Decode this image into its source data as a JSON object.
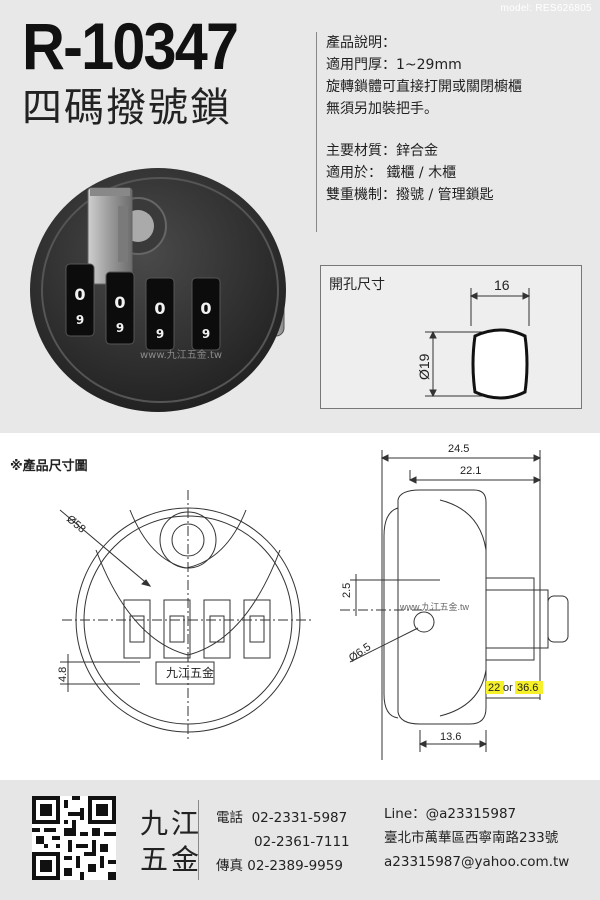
{
  "header": {
    "model_tag": "model: RES626805",
    "model_code": "R-10347",
    "model_name": "四碼撥號鎖"
  },
  "description": {
    "lines_a": [
      "產品說明：",
      "適用門厚：1~29mm",
      "旋轉鎖體可直接打開或關閉櫥櫃",
      "無須另加裝把手。"
    ],
    "lines_b": [
      "主要材質：鋅合金",
      "適用於： 鐵櫃 / 木櫃",
      "雙重機制：撥號 / 管理鎖匙"
    ]
  },
  "hole_size": {
    "title": "開孔尺寸",
    "width": "16",
    "diameter": "Ø19"
  },
  "product_photo": {
    "dial_digits": [
      "0",
      "0",
      "0",
      "0"
    ],
    "dial_lower": [
      "9",
      "9",
      "9",
      "9"
    ],
    "watermark": "www.九江五金.tw"
  },
  "dimensions": {
    "title": "※產品尺寸圖",
    "front": {
      "diameter": "Ø58",
      "offset": "4.8",
      "label": "九江五金"
    },
    "side": {
      "overall": "24.5",
      "body": "22.1",
      "height": "2.5",
      "hole": "Ø6.5",
      "thread_a": "22",
      "thread_or": "or",
      "thread_b": "36.6",
      "base": "13.6",
      "watermark": "www.九江五金.tw"
    }
  },
  "footer": {
    "brand": [
      "九江",
      "五金"
    ],
    "phone_label": "電話",
    "phone1": "02-2331-5987",
    "phone2": "02-2361-7111",
    "fax_label": "傳真",
    "fax": "02-2389-9959",
    "line": "Line：@a23315987",
    "address": "臺北市萬華區西寧南路233號",
    "email": "a23315987@yahoo.com.tw"
  },
  "colors": {
    "highlight": "#f5f02a",
    "lock_body": "#2e2e2e"
  }
}
